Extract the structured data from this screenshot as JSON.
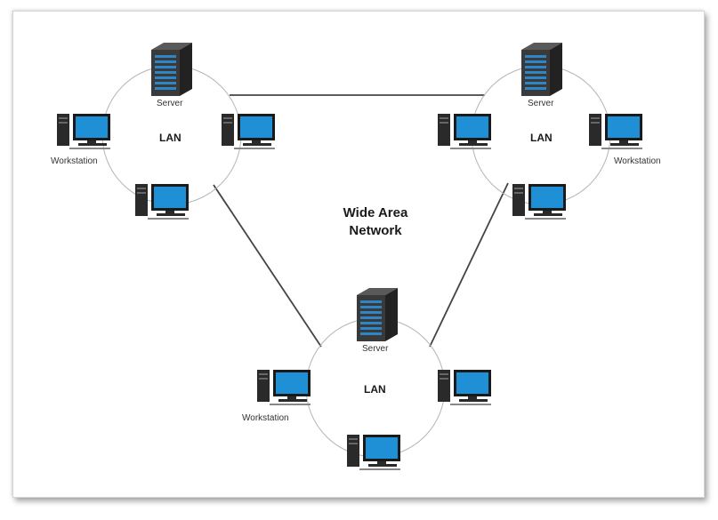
{
  "diagram": {
    "center_label_line1": "Wide Area",
    "center_label_line2": "Network",
    "server_label": "Server",
    "workstation_label": "Workstation",
    "lan_label": "LAN",
    "lans": [
      {
        "name": "top-left",
        "lan_text": "LAN",
        "server_text": "Server",
        "workstation_text": "Workstation"
      },
      {
        "name": "top-right",
        "lan_text": "LAN",
        "server_text": "Server",
        "workstation_text": "Workstation"
      },
      {
        "name": "bottom",
        "lan_text": "LAN",
        "server_text": "Server",
        "workstation_text": "Workstation"
      }
    ],
    "colors": {
      "server_body": "#3a3a3a",
      "server_light": "#2f86c7",
      "monitor_screen": "#1f8fd6",
      "tower": "#2a2a2a",
      "line": "#444444",
      "ring": "#b5b5b5"
    }
  }
}
